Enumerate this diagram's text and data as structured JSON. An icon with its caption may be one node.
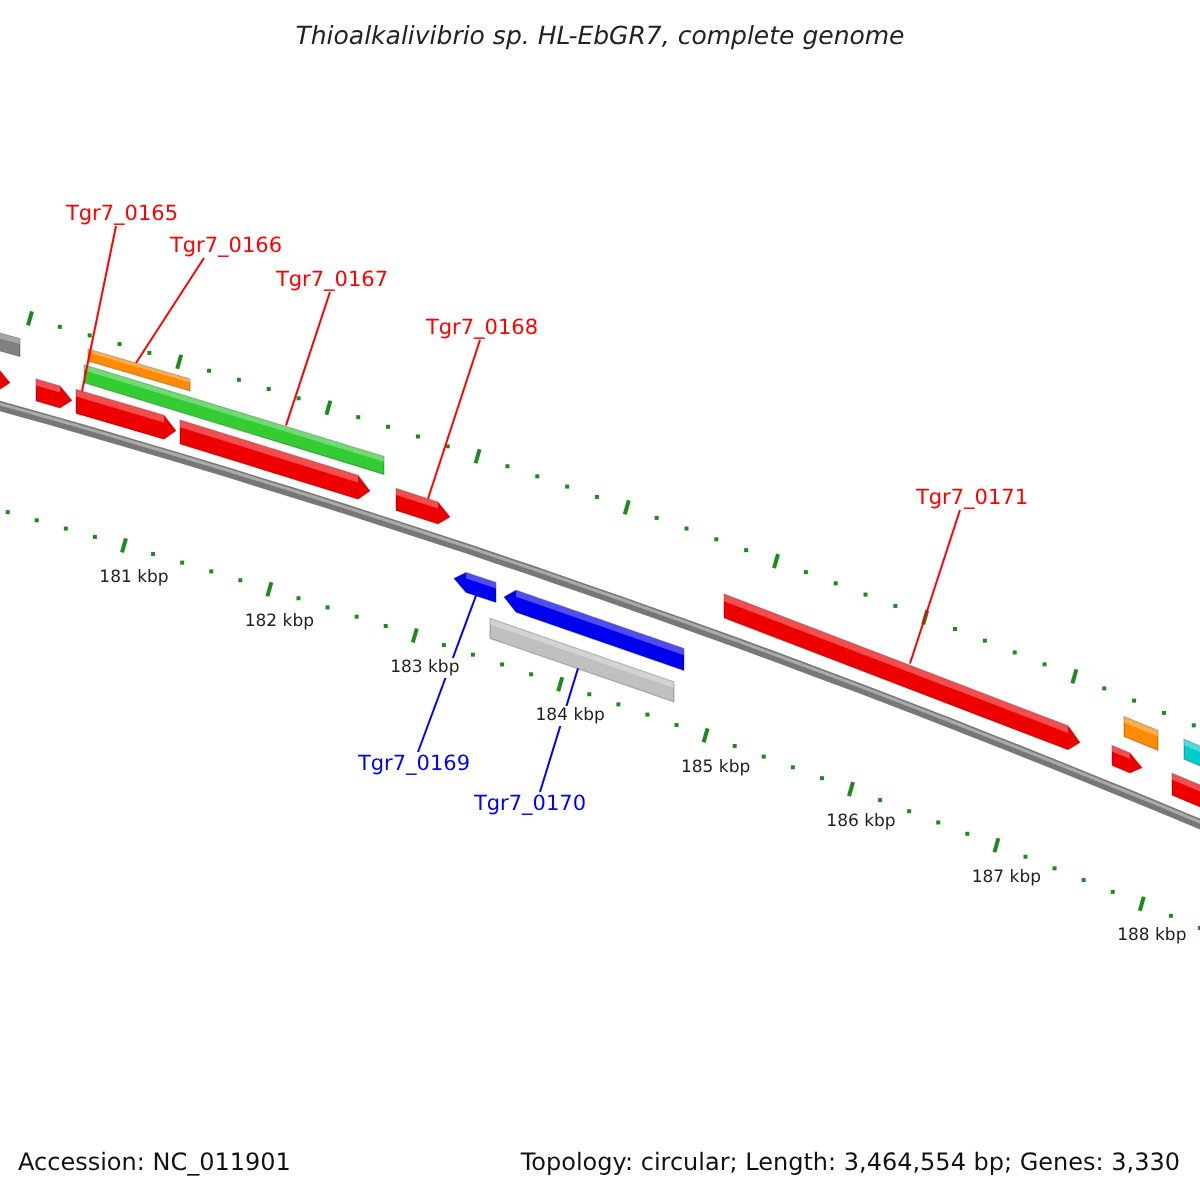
{
  "diagram": {
    "title": "Thioalkalivibrio sp. HL-EbGR7, complete genome",
    "nodes": [
      {
        "text": [
          "Tgr7_0165"
        ]
      },
      {
        "text": [
          "Tgr7_0166"
        ]
      },
      {
        "text": [
          "Tgr7_0167"
        ]
      },
      {
        "text": [
          "Tgr7_0168"
        ]
      },
      {
        "text": [
          "Tgr7_0171"
        ]
      },
      {
        "text": [
          "Tgr7_0169"
        ]
      },
      {
        "text": [
          "Tgr7_0170"
        ]
      },
      {
        "text": [],
        "shape": "bar"
      },
      {
        "text": [],
        "shape": "bar"
      },
      {
        "text": [],
        "shape": "bar"
      },
      {
        "text": [],
        "shape": "bar"
      },
      {
        "text": [],
        "shape": "bar"
      },
      {
        "text": [],
        "shape": "bar"
      },
      {
        "text": [],
        "shape": "bar"
      },
      {
        "text": [],
        "shape": "bar"
      },
      {
        "text": [],
        "shape": "bar"
      },
      {
        "text": [],
        "shape": "bar"
      },
      {
        "text": [],
        "shape": "bar"
      },
      {
        "text": [],
        "shape": "bar"
      },
      {
        "text": [],
        "shape": "bar"
      },
      {
        "text": [],
        "shape": "bar"
      },
      {
        "text": [],
        "shape": "bar"
      },
      {
        "text": [],
        "shape": "bar"
      }
    ],
    "edges": [
      {
        "from": 0,
        "to": 10,
        "arrow": "none"
      },
      {
        "from": 1,
        "to": 12,
        "arrow": "none"
      },
      {
        "from": 2,
        "to": 11,
        "arrow": "none"
      },
      {
        "from": 3,
        "to": 14,
        "arrow": "none"
      },
      {
        "from": 4,
        "to": 18,
        "arrow": "none"
      },
      {
        "from": 5,
        "to": 15,
        "arrow": "none",
        "color": "#0000ff"
      },
      {
        "from": 6,
        "to": 16,
        "arrow": "none",
        "color": "#0000ff"
      }
    ],
    "labels": [
      "181 kbp",
      "182 kbp",
      "183 kbp",
      "184 kbp",
      "185 kbp",
      "186 kbp",
      "187 kbp",
      "188 kbp",
      "Accession: NC_011901",
      "Topology: circular; Length: 3,464,554 bp; Genes: 3,330"
    ]
  }
}
